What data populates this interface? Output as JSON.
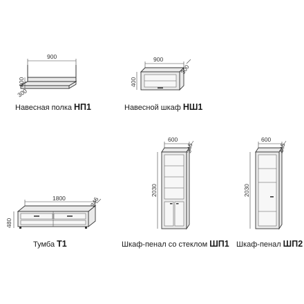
{
  "items": {
    "np1": {
      "name": "Навесная полка",
      "code": "НП1",
      "dims": {
        "w": "900",
        "h": "400",
        "d": "300"
      }
    },
    "nsh1": {
      "name": "Навесной шкаф",
      "code": "НШ1",
      "dims": {
        "w": "900",
        "h": "400",
        "d": "300"
      }
    },
    "t1": {
      "name": "Тумба",
      "code": "Т1",
      "dims": {
        "w": "1800",
        "h": "480",
        "d": "346"
      }
    },
    "shp1": {
      "name": "Шкаф-пенал со стеклом",
      "code": "ШП1",
      "dims": {
        "w": "600",
        "h": "2030",
        "d": "346"
      }
    },
    "shp2": {
      "name": "Шкаф-пенал",
      "code": "ШП2",
      "dims": {
        "w": "600",
        "h": "2030",
        "d": "446"
      }
    }
  }
}
